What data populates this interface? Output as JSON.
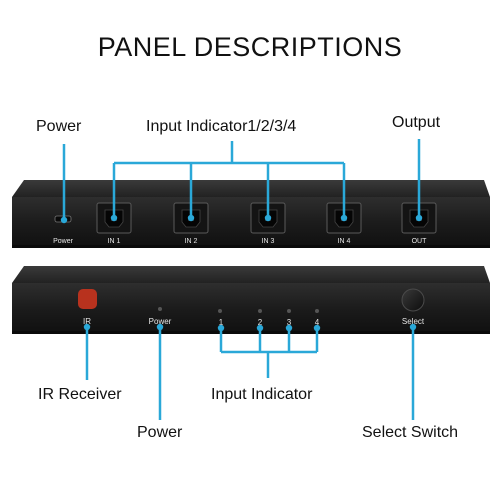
{
  "title": "PANEL DESCRIPTIONS",
  "rear_panel": {
    "callouts": {
      "power": "Power",
      "input_indicator": "Input Indicator1/2/3/4",
      "output": "Output"
    },
    "ports": {
      "power": "Power",
      "in1": "IN 1",
      "in2": "IN 2",
      "in3": "IN 3",
      "in4": "IN 4",
      "out": "OUT"
    }
  },
  "front_panel": {
    "labels": {
      "ir": "IR",
      "power": "Power",
      "led1": "1",
      "led2": "2",
      "led3": "3",
      "led4": "4",
      "select": "Select"
    },
    "callouts": {
      "ir_receiver": "IR Receiver",
      "power": "Power",
      "input_indicator": "Input Indicator",
      "select_switch": "Select Switch"
    }
  },
  "colors": {
    "callout_line": "#2aa8d8",
    "panel_body": "#1c1c1c",
    "ir_window": "#b8321e"
  }
}
